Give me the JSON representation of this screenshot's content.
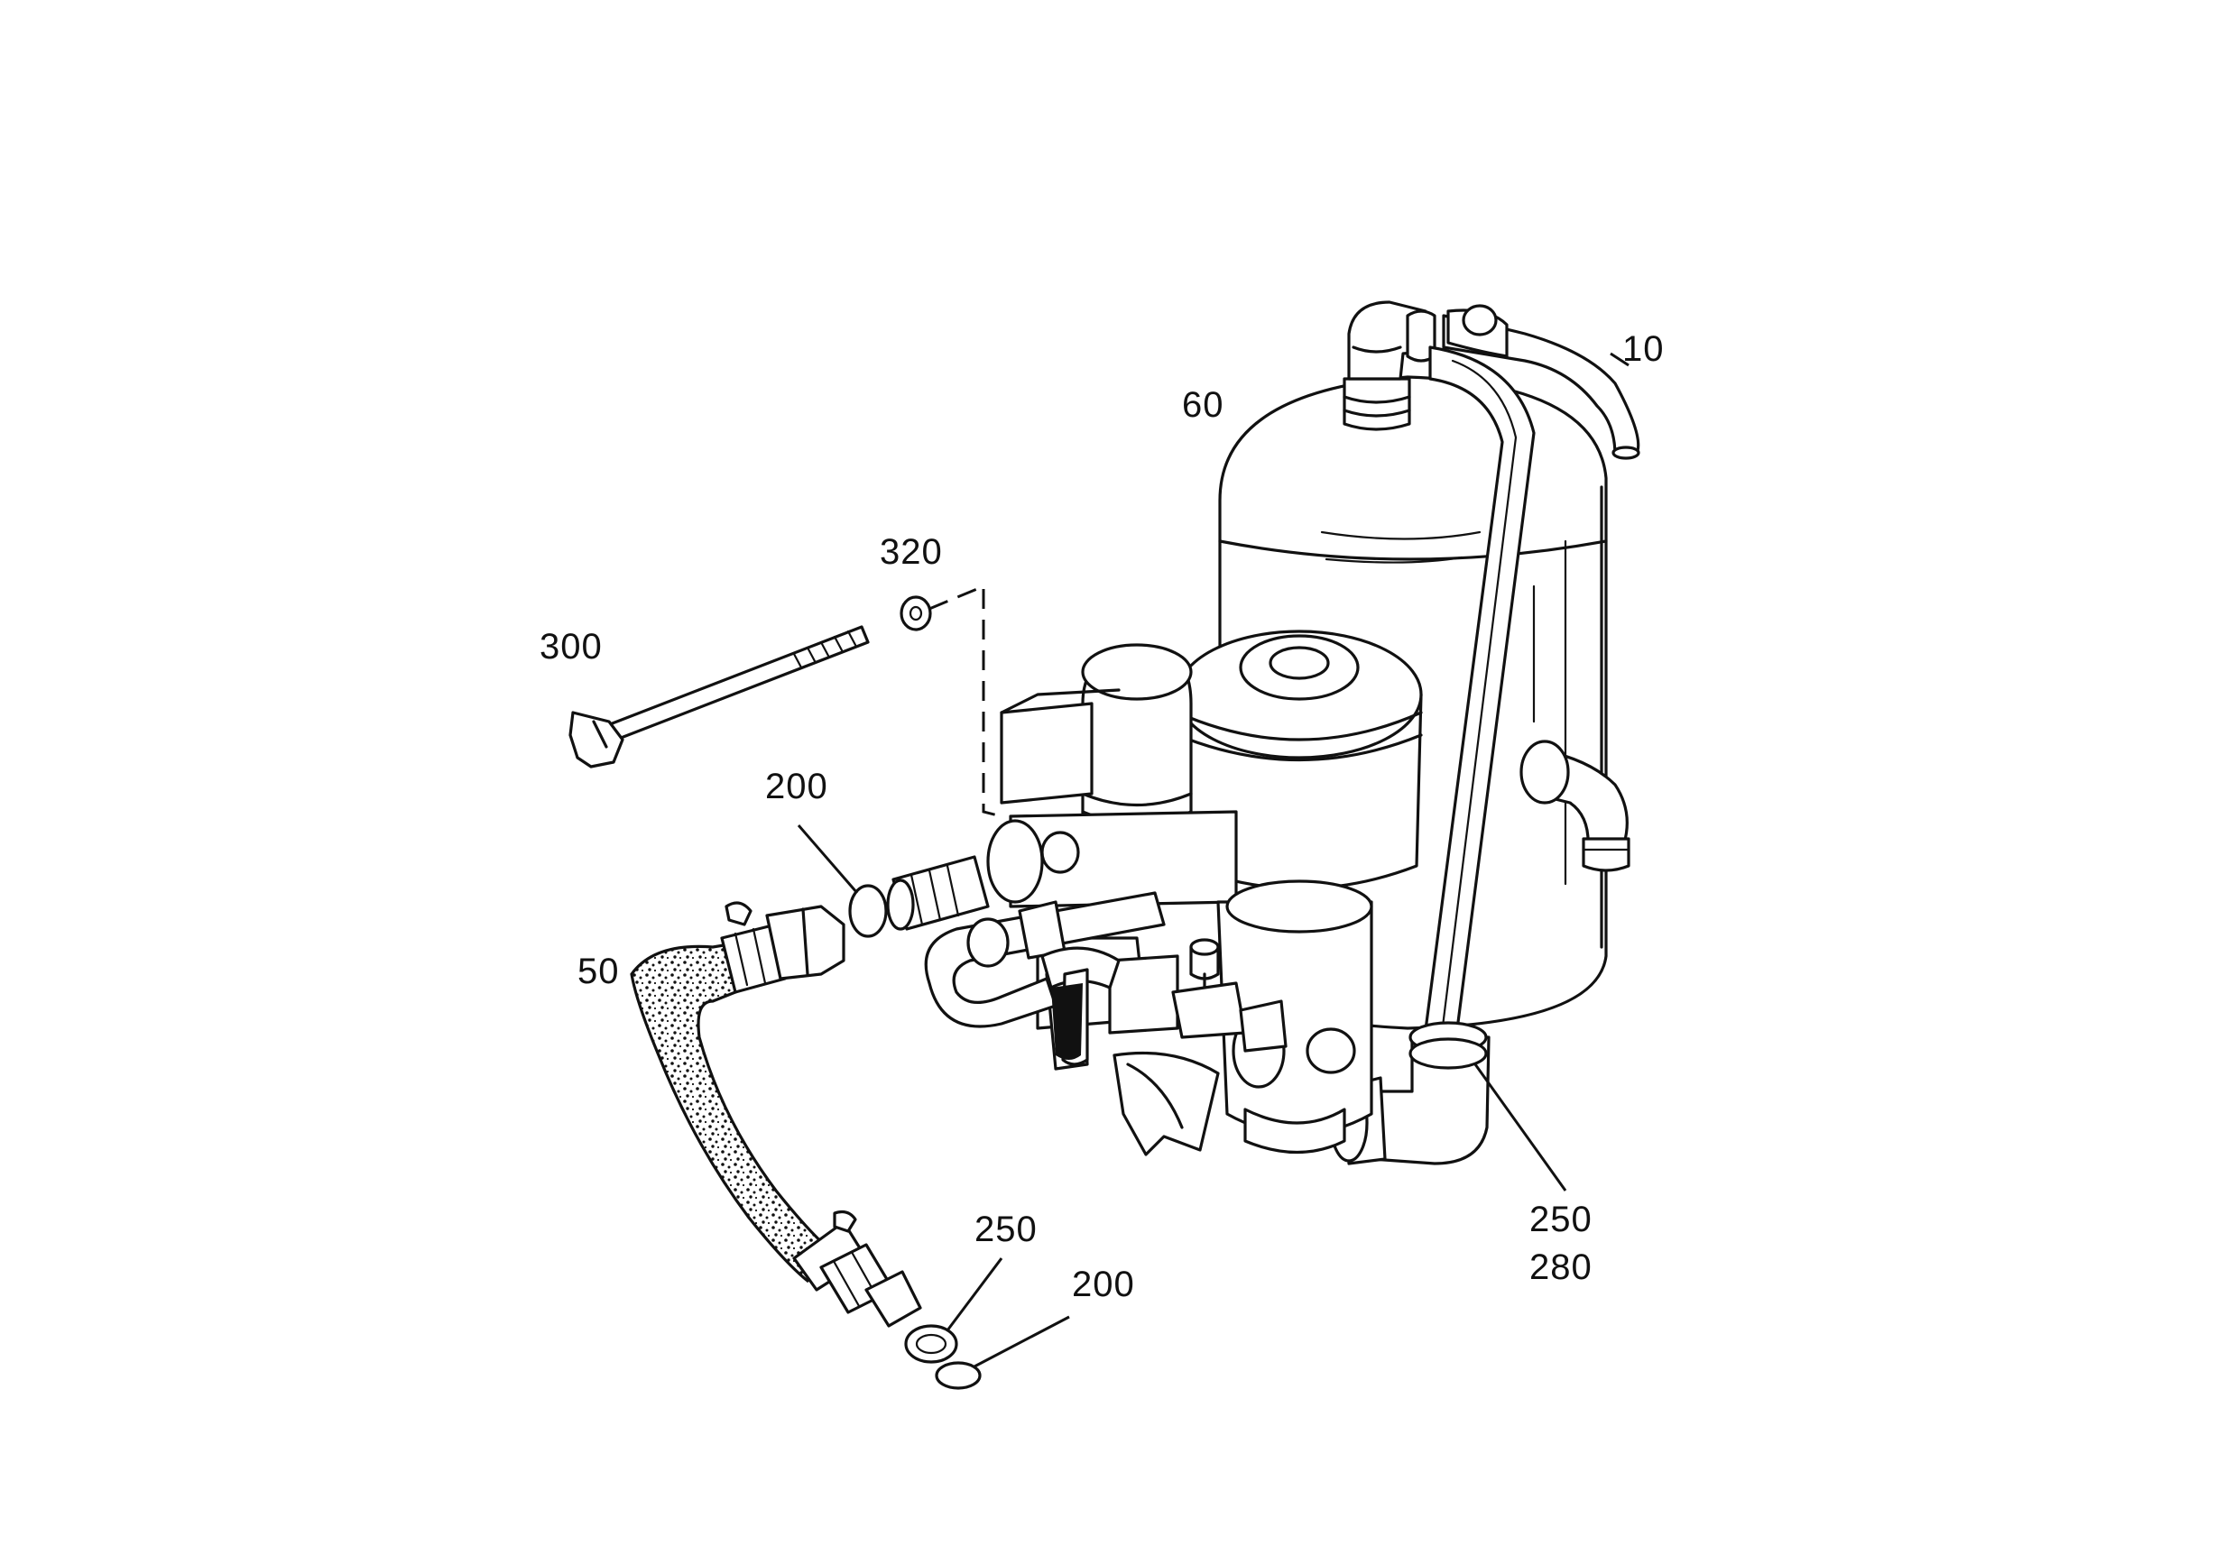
{
  "callouts": {
    "c10": "10",
    "c60": "60",
    "c320": "320",
    "c300": "300",
    "c200_top": "200",
    "c50": "50",
    "c250_bottom": "250",
    "c200_bottom": "200",
    "c250_right": "250",
    "c280_right": "280"
  }
}
